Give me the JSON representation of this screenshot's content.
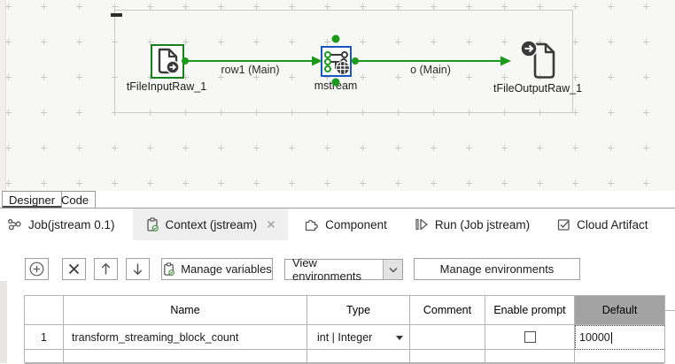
{
  "colors": {
    "connection_green": "#1b9a1b",
    "component_blue": "#1a58c0",
    "component_green_border": "#17811c",
    "icon_gray": "#3a3a3a",
    "selected_header_bg": "#a3a3a3",
    "active_tab_bg": "#efefef"
  },
  "canvas": {
    "components": [
      {
        "name": "tFileInputRaw_1"
      },
      {
        "name": "mstream"
      },
      {
        "name": "tFileOutputRaw_1"
      }
    ],
    "connections": [
      {
        "label": "row1 (Main)"
      },
      {
        "label": "o (Main)"
      }
    ]
  },
  "editor_tabs": {
    "designer": "Designer",
    "code": "Code"
  },
  "view_tabs": [
    {
      "label": "Job(jstream 0.1)"
    },
    {
      "label": "Context (jstream)",
      "active": true
    },
    {
      "label": "Component"
    },
    {
      "label": "Run (Job jstream)"
    },
    {
      "label": "Cloud Artifact"
    }
  ],
  "toolbar": {
    "manage_variables": "Manage variables",
    "view_environments": "View environments",
    "manage_environments": "Manage environments"
  },
  "table": {
    "headers": {
      "name": "Name",
      "type": "Type",
      "comment": "Comment",
      "enable_prompt": "Enable prompt",
      "default": "Default"
    },
    "rows": [
      {
        "num": "1",
        "name": "transform_streaming_block_count",
        "type": "int | Integer",
        "comment": "",
        "enable_prompt_checked": false,
        "default": "10000"
      }
    ]
  }
}
